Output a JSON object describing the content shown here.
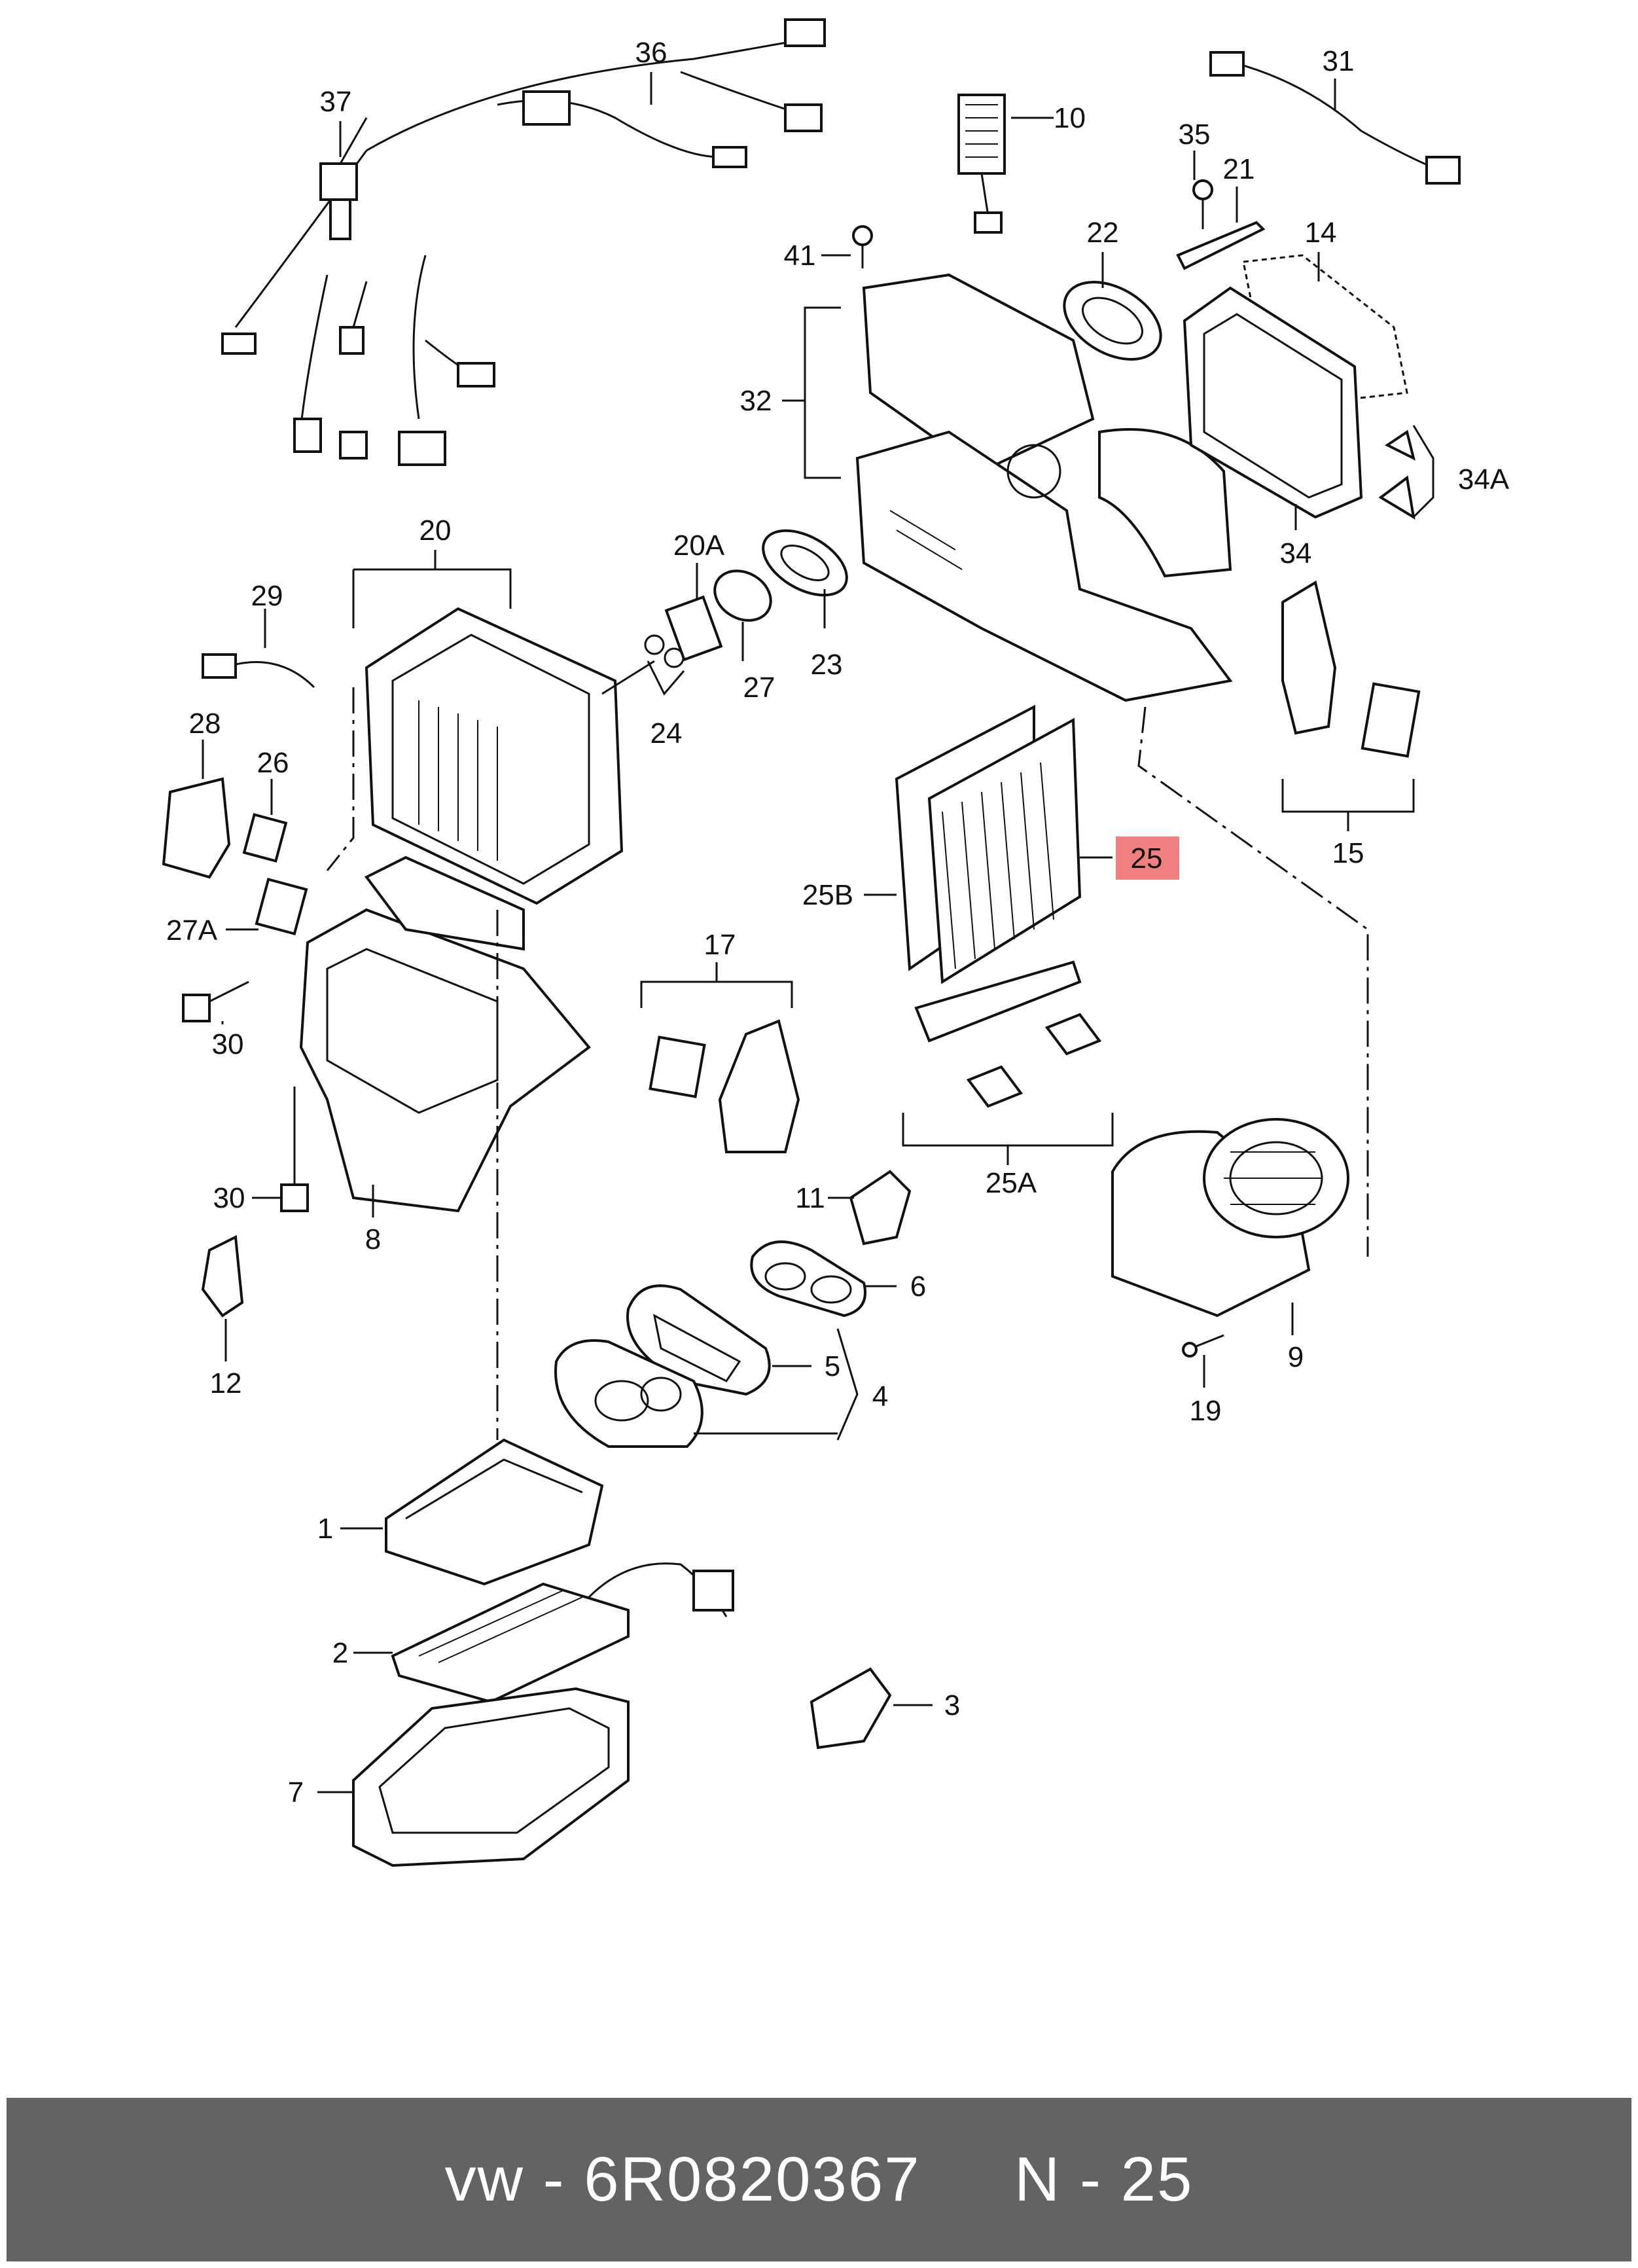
{
  "labels": {
    "l1": "1",
    "l2": "2",
    "l3": "3",
    "l4": "4",
    "l5": "5",
    "l6": "6",
    "l7": "7",
    "l8": "8",
    "l9": "9",
    "l10": "10",
    "l11": "11",
    "l12": "12",
    "l14": "14",
    "l15": "15",
    "l17": "17",
    "l19": "19",
    "l20": "20",
    "l20A": "20A",
    "l21": "21",
    "l22": "22",
    "l23": "23",
    "l24": "24",
    "l25": "25",
    "l25A": "25A",
    "l25B": "25B",
    "l26": "26",
    "l27": "27",
    "l27A": "27A",
    "l28": "28",
    "l29": "29",
    "l30a": "30",
    "l30b": "30",
    "l31": "31",
    "l32": "32",
    "l34": "34",
    "l34A": "34A",
    "l35": "35",
    "l36": "36",
    "l37": "37",
    "l41": "41"
  },
  "highlight": {
    "part": "25",
    "color": "#f08080"
  },
  "footer": {
    "text": "vw - 6R0820367     N - 25"
  },
  "colors": {
    "footer_bg": "#636363",
    "line": "#111111"
  }
}
